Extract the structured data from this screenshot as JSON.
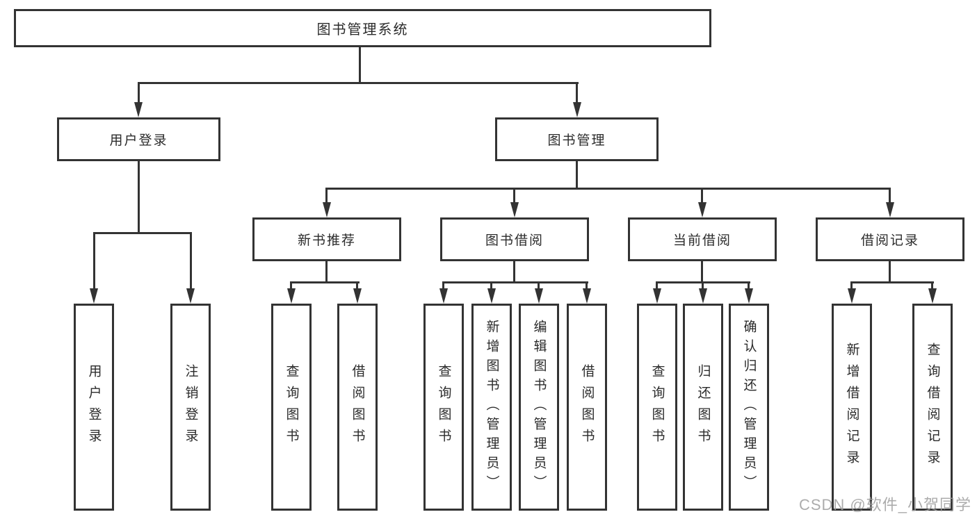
{
  "diagram": {
    "root": {
      "label": "图书管理系统"
    },
    "login": {
      "label": "用户登录",
      "children": [
        {
          "label": "用户登录"
        },
        {
          "label": "注销登录"
        }
      ]
    },
    "mgmt": {
      "label": "图书管理",
      "sections": [
        {
          "label": "新书推荐",
          "children": [
            {
              "label": "查询图书"
            },
            {
              "label": "借阅图书"
            }
          ]
        },
        {
          "label": "图书借阅",
          "children": [
            {
              "label": "查询图书"
            },
            {
              "label": "新增图书（管理员）"
            },
            {
              "label": "编辑图书（管理员）"
            },
            {
              "label": "借阅图书"
            }
          ]
        },
        {
          "label": "当前借阅",
          "children": [
            {
              "label": "查询图书"
            },
            {
              "label": "归还图书"
            },
            {
              "label": "确认归还（管理员）"
            }
          ]
        },
        {
          "label": "借阅记录",
          "children": [
            {
              "label": "新增借阅记录"
            },
            {
              "label": "查询借阅记录"
            }
          ]
        }
      ]
    }
  },
  "watermark": {
    "text": "CSDN @软件_小贺同学"
  },
  "colors": {
    "line": "#333333",
    "box_border": "#333333",
    "box_fill": "#ffffff",
    "text": "#2b2b2b",
    "watermark": "#9e9e9e",
    "background": "#ffffff"
  }
}
